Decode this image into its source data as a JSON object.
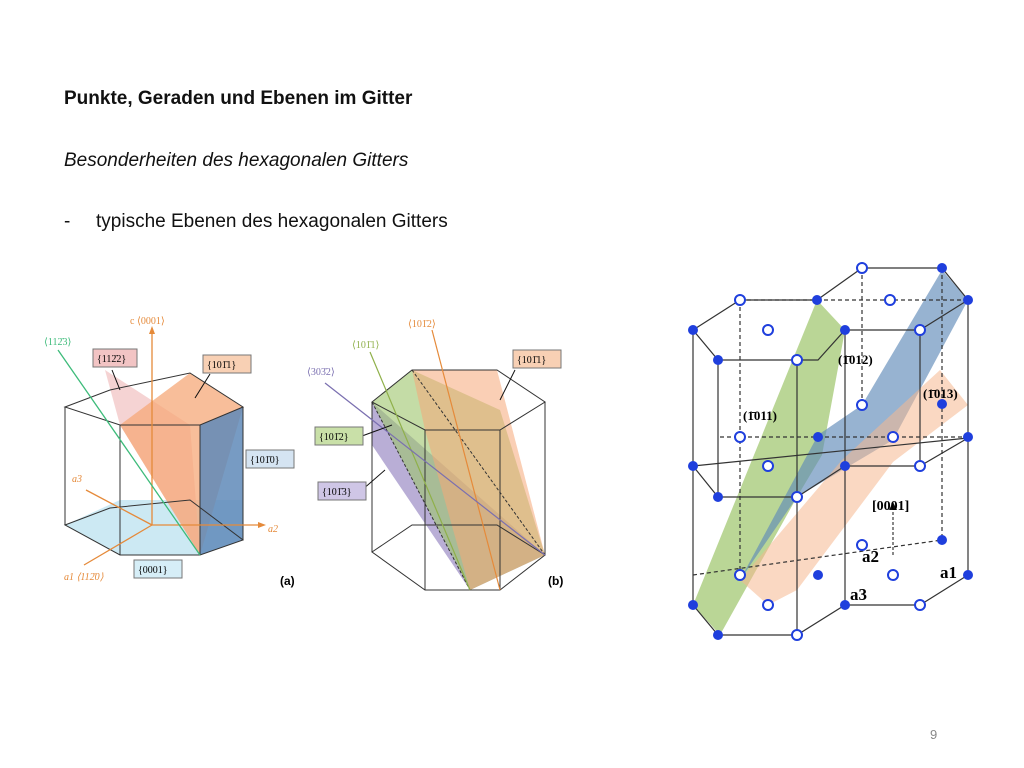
{
  "slide": {
    "title": "Punkte, Geraden und Ebenen im Gitter",
    "subtitle": "Besonderheiten des hexagonalen Gitters",
    "bullet_dash": "-",
    "bullet_text": "typische Ebenen des hexagonalen Gitters",
    "page_number": "9"
  },
  "fig_a": {
    "panel": "(a)",
    "c_axis": "c ⟨0001⟩",
    "dir_1123": "⟨112̄3⟩",
    "plane_1122": "{112̄2}",
    "plane_1011": "{101̄1}",
    "plane_1010": "{101̄0}",
    "plane_0001": "{0001}",
    "a3": "a3",
    "a2": "a2",
    "a1": "a1 ⟨112̄0⟩"
  },
  "fig_b": {
    "panel": "(b)",
    "dir_1012": "⟨101̄2⟩",
    "dir_1011": "⟨101̄1⟩",
    "dir_3032": "⟨303̄2⟩",
    "plane_1011": "{101̄1}",
    "plane_1012": "{101̄2}",
    "plane_1013": "{101̄3}"
  },
  "fig_c": {
    "plane_1011": "(1̄011)",
    "plane_1012": "(1̄012)",
    "plane_1013": "(1̄013)",
    "dir_0001": "[0001]",
    "a1": "a1",
    "a2": "a2",
    "a3": "a3"
  },
  "colors": {
    "orange": "#f5a878",
    "green": "#9cc46a",
    "blue": "#5f8ab8",
    "purple": "#9b8bc4",
    "light_blue": "#bfe4f0",
    "pink": "#f2c4c4",
    "atom_blue": "#1f3fdd"
  }
}
